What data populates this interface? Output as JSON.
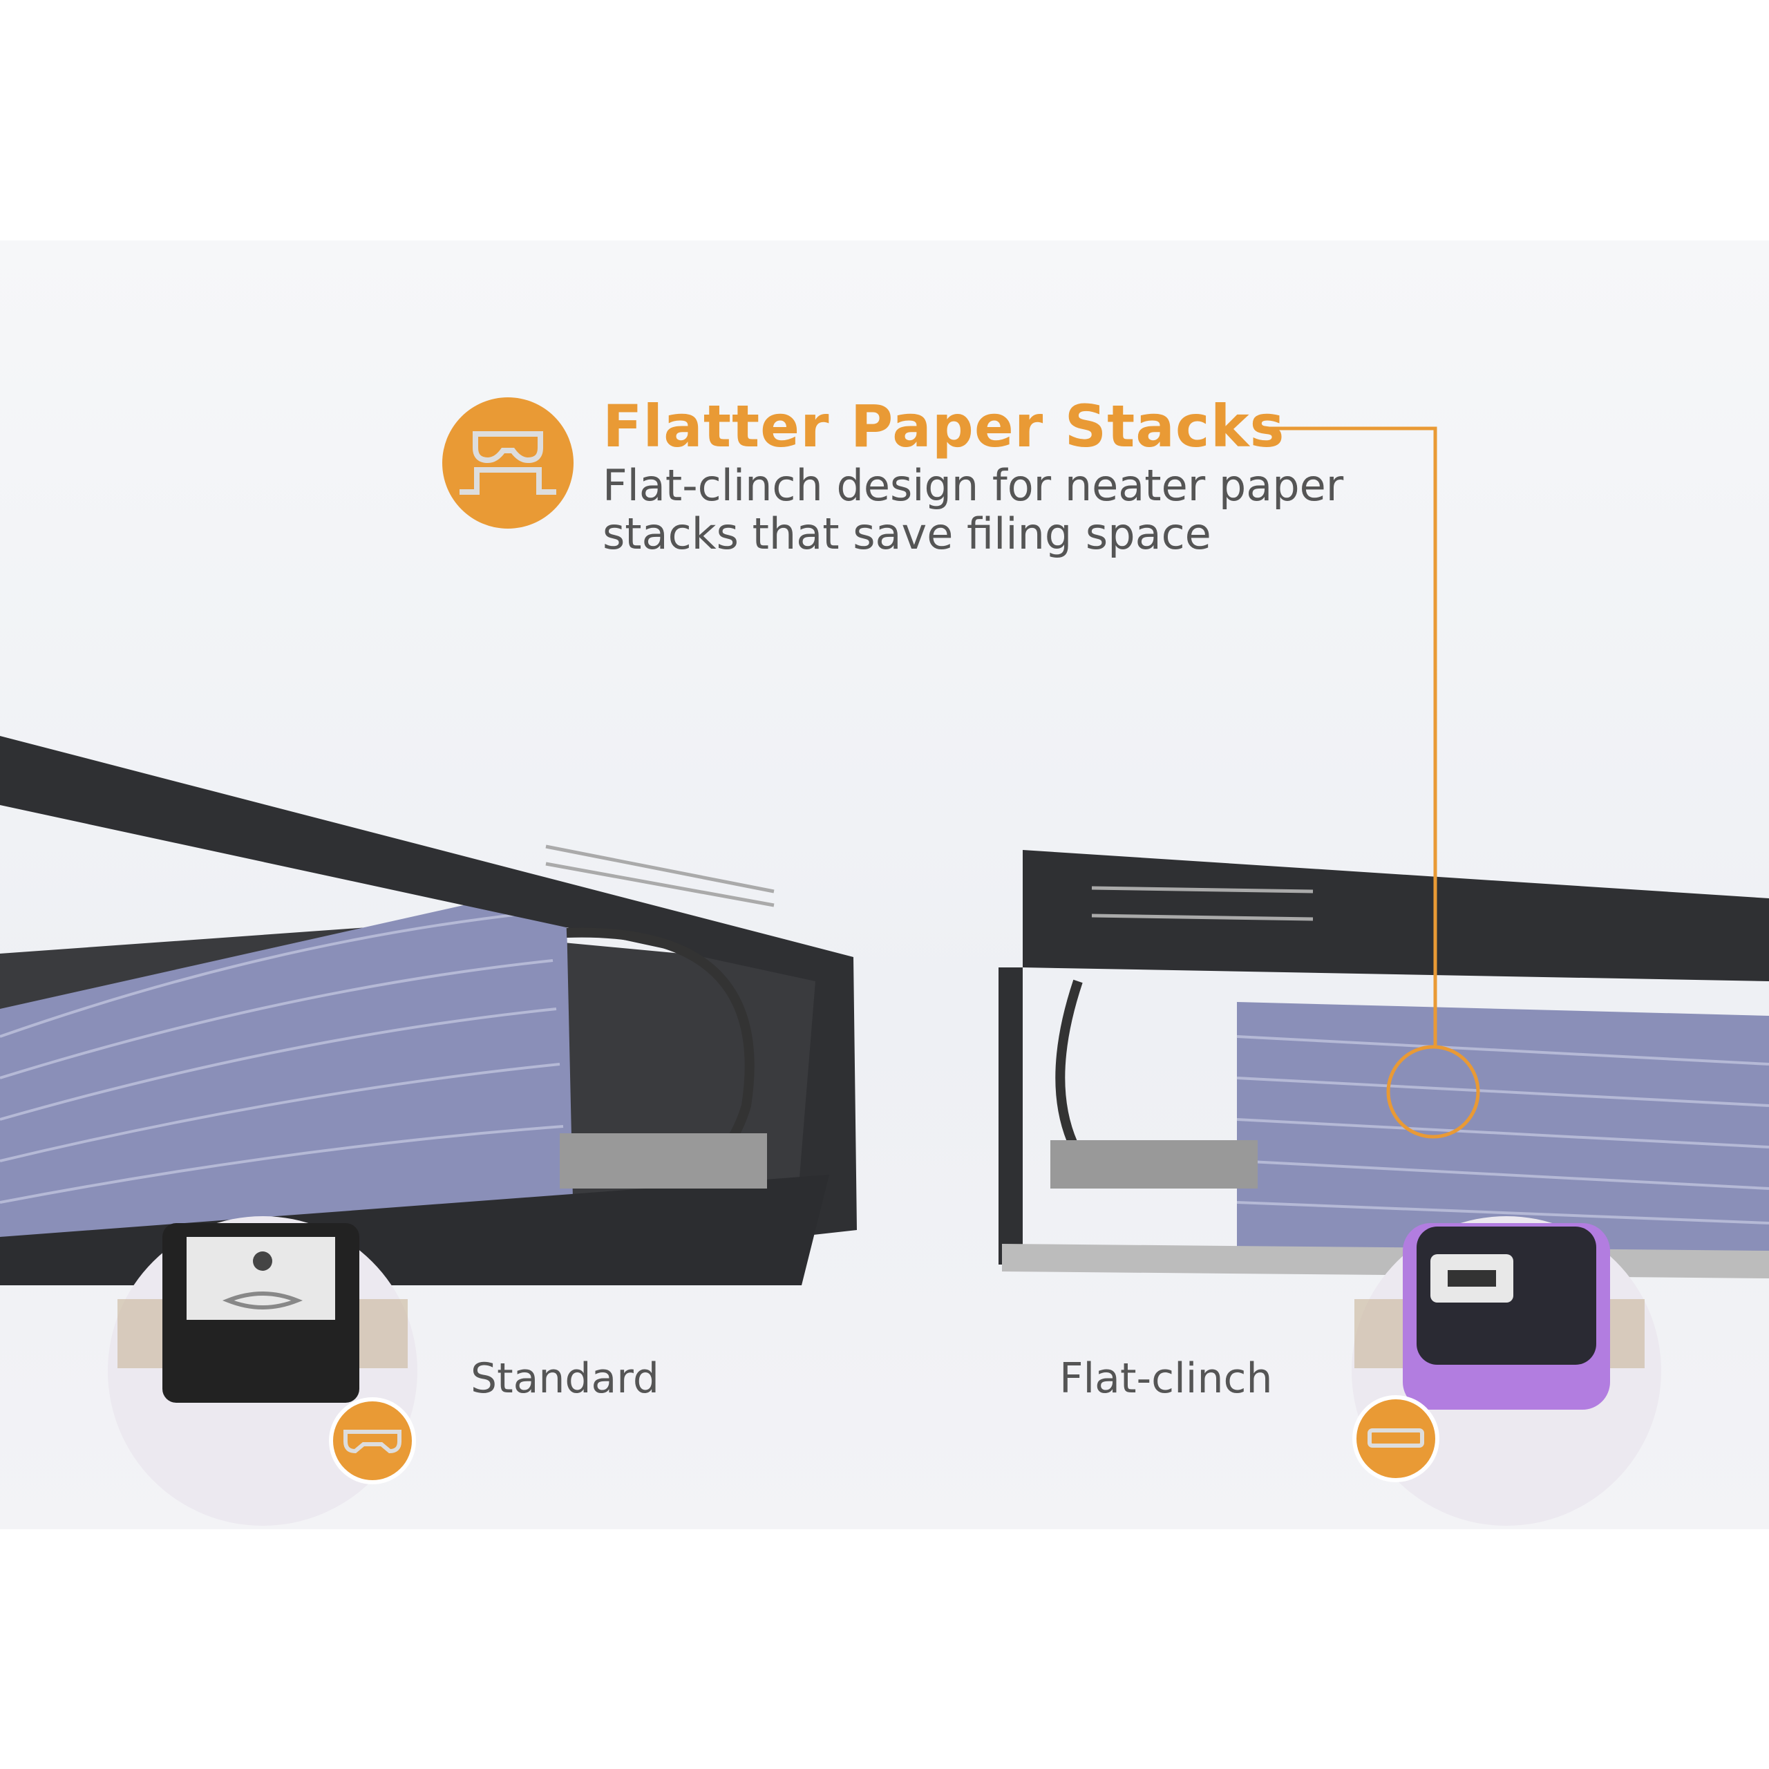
{
  "feature": {
    "icon": "flat-clinch-staple-icon",
    "title": "Flatter Paper Stacks",
    "description": "Flat-clinch design for neater paper stacks that save filing space"
  },
  "comparison": {
    "left_label": "Standard",
    "right_label": "Flat-clinch"
  },
  "colors": {
    "accent": "#e99a35",
    "text": "#555555",
    "binder": "#2f3033",
    "paper": "#8a8fb8"
  }
}
